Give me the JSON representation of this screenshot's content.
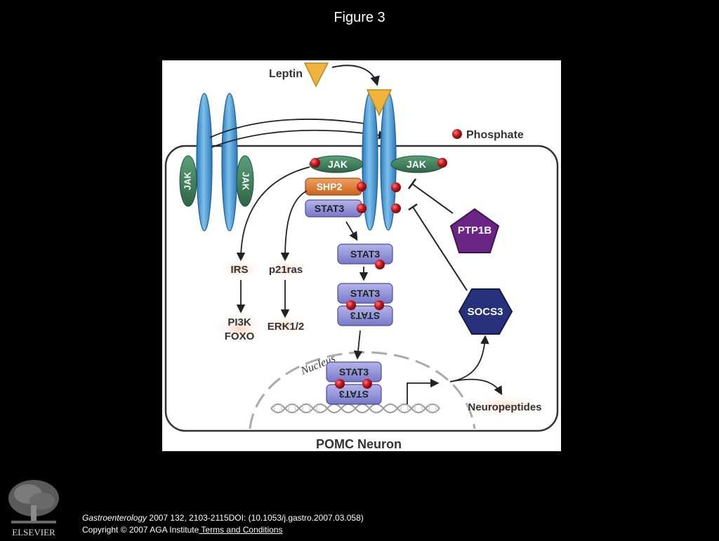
{
  "slide": {
    "title": "Figure 3"
  },
  "figure": {
    "labels": {
      "leptin": "Leptin",
      "phosphate": "Phosphate",
      "jak": "JAK",
      "shp2": "SHP2",
      "stat3": "STAT3",
      "ptp1b": "PTP1B",
      "socs3": "SOCS3",
      "irs": "IRS",
      "p21ras": "p21ras",
      "pi3k": "PI3K",
      "foxo": "FOXO",
      "erk": "ERK1/2",
      "nucleus": "Nucleus",
      "neuropeptides": "Neuropeptides",
      "cell_caption": "POMC Neuron"
    }
  },
  "footer": {
    "publisher_logo_text": "ELSEVIER",
    "journal": "Gastroenterology",
    "citation_rest": " 2007 132, 2103-2115DOI: (10.1053/j.gastro.2007.03.058)",
    "copyright": "Copyright © 2007 AGA Institute",
    "terms_link": " Terms and Conditions"
  },
  "colors": {
    "background": "#000000",
    "receptor_blue": "#3b8fcf",
    "jak_green": "#3c7a56",
    "shp2_orange": "#d9772f",
    "stat3_lavender": "#8f8fd6",
    "phosphate_red": "#c0161b",
    "ptp1b_purple": "#6b2585",
    "socs3_navy": "#27307a",
    "leptin_gold": "#f0b33c"
  }
}
